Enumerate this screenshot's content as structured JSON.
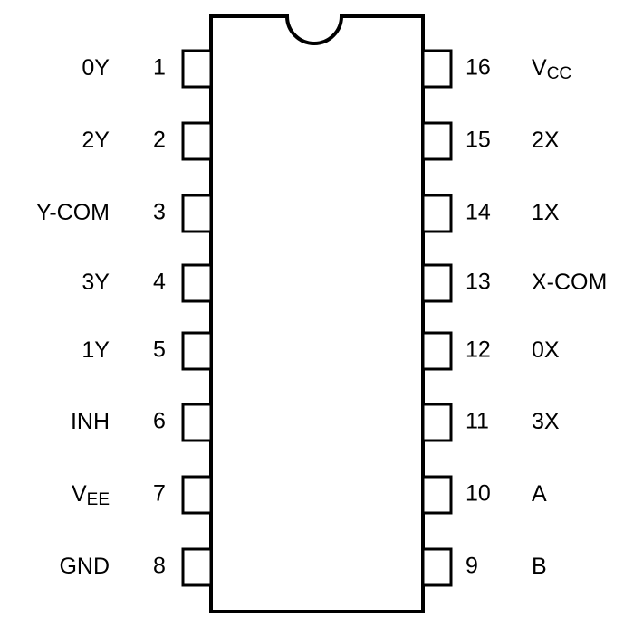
{
  "diagram": {
    "left_pins": [
      {
        "number": "1",
        "name": "0Y"
      },
      {
        "number": "2",
        "name": "2Y"
      },
      {
        "number": "3",
        "name": "Y-COM"
      },
      {
        "number": "4",
        "name": "3Y"
      },
      {
        "number": "5",
        "name": "1Y"
      },
      {
        "number": "6",
        "name": "INH"
      },
      {
        "number": "7",
        "name": "V",
        "name_sub": "EE"
      },
      {
        "number": "8",
        "name": "GND"
      }
    ],
    "right_pins": [
      {
        "number": "16",
        "name": "V",
        "name_sub": "CC"
      },
      {
        "number": "15",
        "name": "2X"
      },
      {
        "number": "14",
        "name": "1X"
      },
      {
        "number": "13",
        "name": "X-COM"
      },
      {
        "number": "12",
        "name": "0X"
      },
      {
        "number": "11",
        "name": "3X"
      },
      {
        "number": "10",
        "name": "A"
      },
      {
        "number": "9",
        "name": "B"
      }
    ]
  }
}
